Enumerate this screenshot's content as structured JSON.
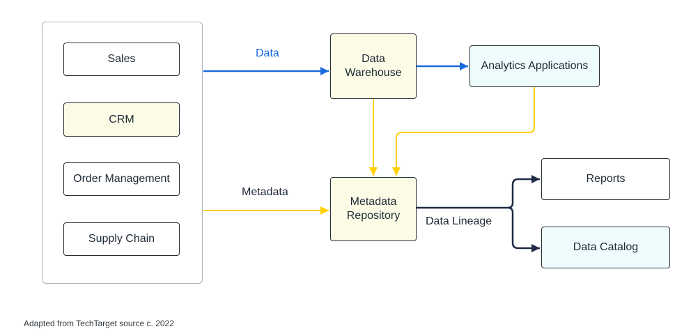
{
  "nodes": {
    "sales": "Sales",
    "crm": "CRM",
    "order_management": "Order Management",
    "supply_chain": "Supply Chain",
    "data_warehouse": "Data\nWarehouse",
    "analytics_applications": "Analytics Applications",
    "metadata_repository": "Metadata\nRepository",
    "reports": "Reports",
    "data_catalog": "Data Catalog"
  },
  "edge_labels": {
    "data": "Data",
    "metadata": "Metadata",
    "data_lineage": "Data Lineage"
  },
  "caption": "Adapted from TechTarget source c. 2022",
  "colors": {
    "data_flow": "#1a6ae0",
    "metadata_flow": "#ffd000",
    "lineage_flow": "#1f2a44",
    "internal_flow": "#3a3f47",
    "node_yellow_fill": "#fbfbe6",
    "node_cyan_fill": "#eefcfd",
    "group_border": "#a8b2bd"
  }
}
